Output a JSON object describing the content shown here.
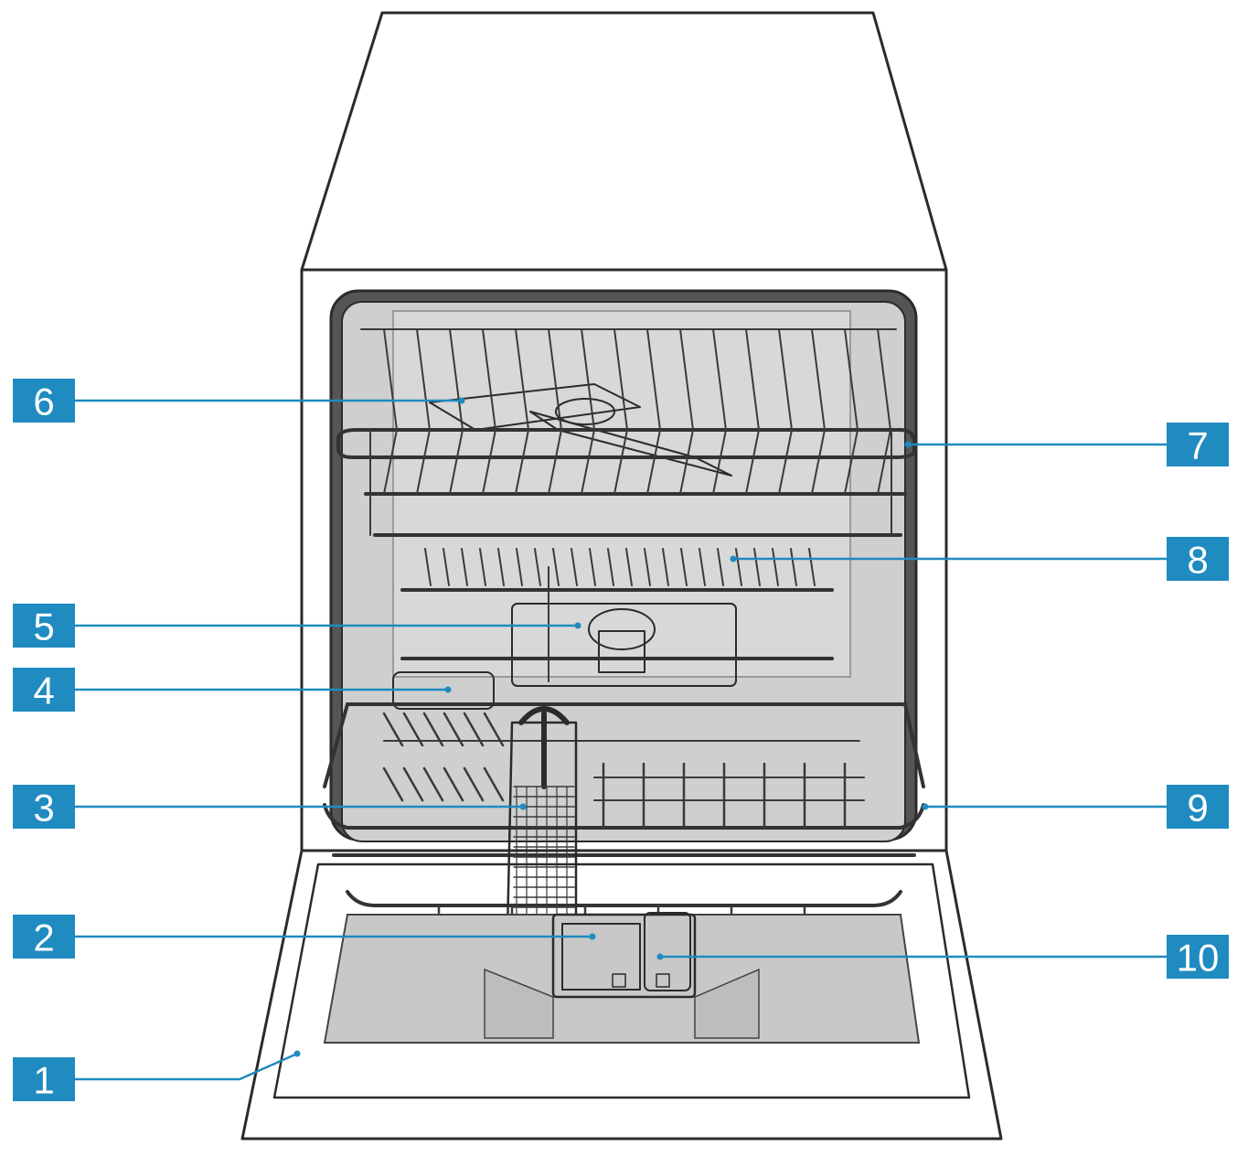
{
  "colors": {
    "accent": "#1f8bc0",
    "label_text": "#ffffff",
    "cabinet_top": "#ececec",
    "cabinet_front": "#e2e2e2",
    "tub_interior": "#cfcfcf",
    "door_inner": "#d6d6d6"
  },
  "callouts": [
    {
      "id": "callout-1",
      "number": "1"
    },
    {
      "id": "callout-2",
      "number": "2"
    },
    {
      "id": "callout-3",
      "number": "3"
    },
    {
      "id": "callout-4",
      "number": "4"
    },
    {
      "id": "callout-5",
      "number": "5"
    },
    {
      "id": "callout-6",
      "number": "6"
    },
    {
      "id": "callout-7",
      "number": "7"
    },
    {
      "id": "callout-8",
      "number": "8"
    },
    {
      "id": "callout-9",
      "number": "9"
    },
    {
      "id": "callout-10",
      "number": "10"
    }
  ]
}
